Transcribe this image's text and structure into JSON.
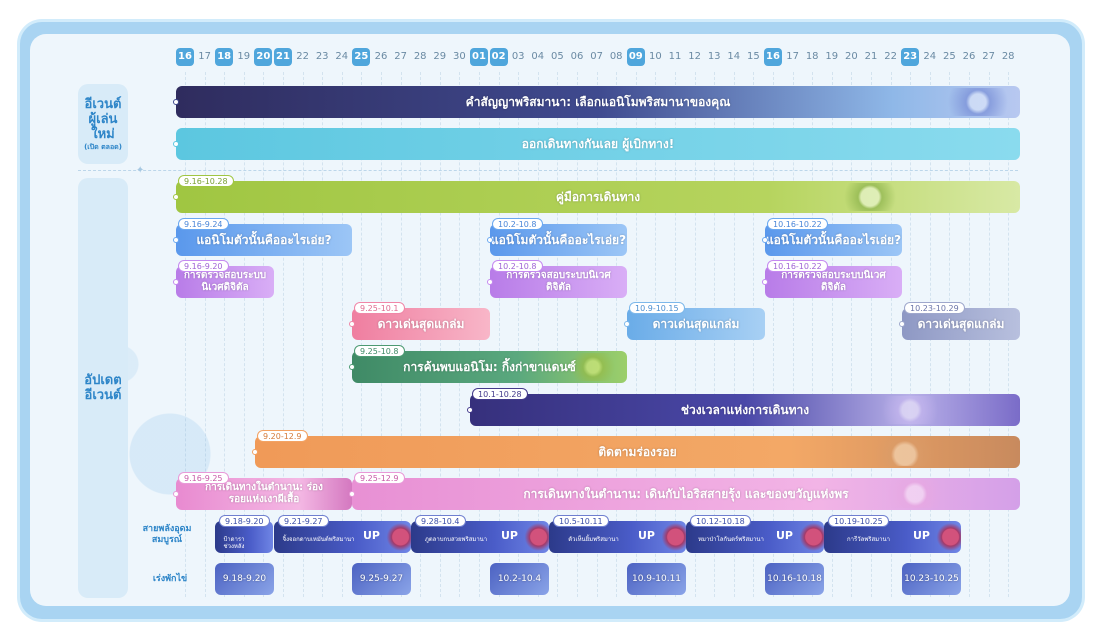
{
  "dates": [
    "16",
    "17",
    "18",
    "19",
    "20",
    "21",
    "22",
    "23",
    "24",
    "25",
    "26",
    "27",
    "28",
    "29",
    "30",
    "01",
    "02",
    "03",
    "04",
    "05",
    "06",
    "07",
    "08",
    "09",
    "10",
    "11",
    "12",
    "13",
    "14",
    "15",
    "16",
    "17",
    "18",
    "19",
    "20",
    "21",
    "22",
    "23",
    "24",
    "25",
    "26",
    "27",
    "28"
  ],
  "highlighted_dates_index": [
    0,
    2,
    4,
    5,
    9,
    15,
    16,
    23,
    30,
    37
  ],
  "categories": {
    "newcomer_title": "อีเวนต์ผู้เล่นใหม่",
    "newcomer_sub": "(เปิด ตลอด)",
    "update_title": "อัปเดตอีเวนต์"
  },
  "row_labels": {
    "power": "สายพลังอุดมสมบูรณ์",
    "rest": "เร่งพักไข่"
  },
  "bars": {
    "promise": "คำสัญญาพริสมานา: เลือกแอนิโมพริสมานาของคุณ",
    "journey_start": "ออกเดินทางกันเลย ผู้เบิกทาง!",
    "guide": "คู่มือการเดินทาง",
    "guide_date": "9.16-10.28",
    "what1": "แอนิโมตัวนั้นคืออะไรเอ่ย?",
    "what1_date": "9.16-9.24",
    "what2": "แอนิโมตัวนั้นคืออะไรเอ่ย?",
    "what2_date": "10.2-10.8",
    "what3": "แอนิโมตัวนั้นคืออะไรเอ่ย?",
    "what3_date": "10.16-10.22",
    "check1": "การตรวจสอบระบบนิเวศดิจิตัล",
    "check1_date": "9.16-9.20",
    "check2": "การตรวจสอบระบบนิเวศดิจิตัล",
    "check2_date": "10.2-10.8",
    "check3": "การตรวจสอบระบบนิเวศดิจิตัล",
    "check3_date": "10.16-10.22",
    "star1": "ดาวเด่นสุดแกล่ม",
    "star1_date": "9.25-10.1",
    "star2": "ดาวเด่นสุดแกล่ม",
    "star2_date": "10.9-10.15",
    "star3": "ดาวเด่นสุดแกล่ม",
    "star3_date": "10.23-10.29",
    "discover": "การค้นพบแอนิโม: กิ้งก่าขาแดนซ์",
    "discover_date": "9.25-10.8",
    "travel_time": "ช่วงเวลาแห่งการเดินทาง",
    "travel_time_date": "10.1-10.28",
    "track": "ติดตามร่องรอย",
    "track_date": "9.20-12.9",
    "legend1": "การเดินทางในตำนาน: ร่องรอยแห่งเงาผีเสื้อ",
    "legend1_date": "9.16-9.25",
    "legend2": "การเดินทางในตำนาน: เดินกับไอริสสายรุ้ง และของขวัญแห่งพร",
    "legend2_date": "9.25-12.9"
  },
  "power_row": [
    {
      "date": "9.18-9.20",
      "label": "ป้าดาราช่วงหลัง",
      "up": ""
    },
    {
      "date": "9.21-9.27",
      "label": "จิ้งจอกดาบเหมันต์พริสมานา",
      "up": "UP"
    },
    {
      "date": "9.28-10.4",
      "label": "ภูตลาบกบสวยพริสมานา",
      "up": "UP"
    },
    {
      "date": "10.5-10.11",
      "label": "ตัวเห็นยิ้มพริสมานา",
      "up": "UP"
    },
    {
      "date": "10.12-10.18",
      "label": "หมาป่าโลกันตร์พริสมานา",
      "up": "UP"
    },
    {
      "date": "10.19-10.25",
      "label": "การีวัลพริสมานา",
      "up": "UP"
    }
  ],
  "rest_row": [
    "9.18-9.20",
    "9.25-9.27",
    "10.2-10.4",
    "10.9-10.11",
    "10.16-10.18",
    "10.23-10.25"
  ],
  "colors": {
    "accent": "#4fa6dc",
    "promise": "#34386e",
    "journey": "#6dcfe6",
    "guide": "#a4c94c",
    "what": "#6aa8f0",
    "check": "#c58af0",
    "star_pink": "#f087a8",
    "star_blue": "#7db8ea",
    "star_grey": "#9fa8cc",
    "discover": "#4c9a72",
    "travel": "#433a8c",
    "track": "#f3a263",
    "legend": "#e89ad8"
  }
}
